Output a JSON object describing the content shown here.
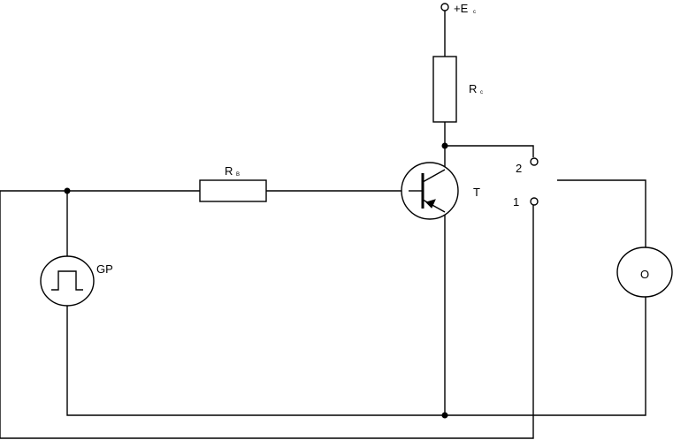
{
  "labels": {
    "supply": "+E",
    "supply_sub": "c",
    "collector_resistor": "R",
    "collector_resistor_sub": "c",
    "base_resistor": "R",
    "base_resistor_sub": "B",
    "transistor": "T",
    "generator": "GP",
    "switch_pos_2": "2",
    "switch_pos_1": "1",
    "oscilloscope": "O"
  }
}
